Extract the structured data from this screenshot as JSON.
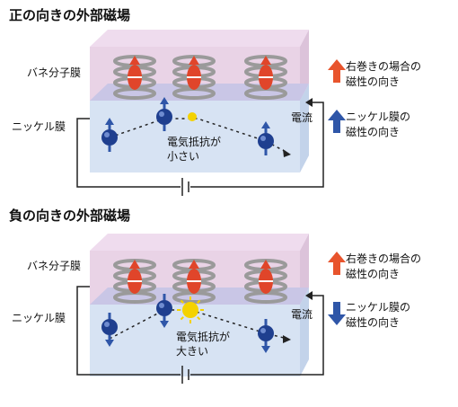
{
  "panels": [
    {
      "title": "正の向きの外部磁場",
      "polymer_label": "バネ分子膜",
      "nickel_label": "ニッケル膜",
      "current_label": "電流",
      "resistance_line1": "電気抵抗が",
      "resistance_line2": "小さい",
      "legend": [
        {
          "line1": "右巻きの場合の",
          "line2": "磁性の向き",
          "arrow": "up",
          "color": "#e8542d"
        },
        {
          "line1": "ニッケル膜の",
          "line2": "磁性の向き",
          "arrow": "up",
          "color": "#2f56a8"
        }
      ]
    },
    {
      "title": "負の向きの外部磁場",
      "polymer_label": "バネ分子膜",
      "nickel_label": "ニッケル膜",
      "current_label": "電流",
      "resistance_line1": "電気抵抗が",
      "resistance_line2": "大きい",
      "legend": [
        {
          "line1": "右巻きの場合の",
          "line2": "磁性の向き",
          "arrow": "up",
          "color": "#e8542d"
        },
        {
          "line1": "ニッケル膜の",
          "line2": "磁性の向き",
          "arrow": "down",
          "color": "#2f56a8"
        }
      ]
    }
  ],
  "colors": {
    "polymer_layer": "#e9d3e6",
    "interface_layer": "#c9c6e6",
    "nickel_layer": "#d7e3f3",
    "spring": "#9a9a9a",
    "molecule_red": "#e0452a",
    "electron_blue": "#1f3f8f",
    "sun_yellow": "#f4d200"
  }
}
